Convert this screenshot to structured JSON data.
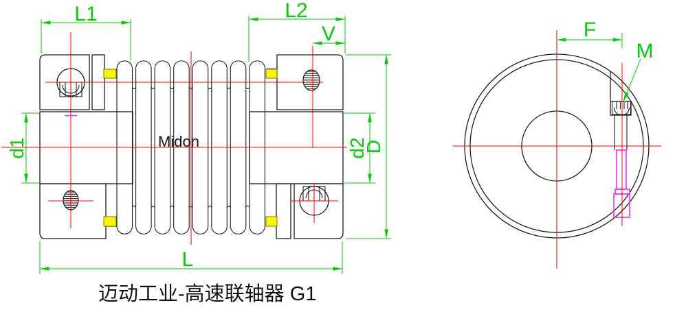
{
  "title_block": {
    "caption": "迈动工业-高速联轴器 G1"
  },
  "side_view": {
    "brand_label": "Midon",
    "dims": {
      "L1": "L1",
      "L2": "L2",
      "V": "V",
      "d1": "d1",
      "d2": "d2",
      "D": "D",
      "L": "L"
    }
  },
  "front_view": {
    "dims": {
      "F": "F",
      "M": "M"
    }
  },
  "colors": {
    "dimension_green": "#00cc00",
    "centerline_red": "#ff0000",
    "outline_black": "#1c1c1c",
    "key_yellow": "#f7f700",
    "hidden_magenta": "#ff2bff",
    "background": "#ffffff"
  }
}
